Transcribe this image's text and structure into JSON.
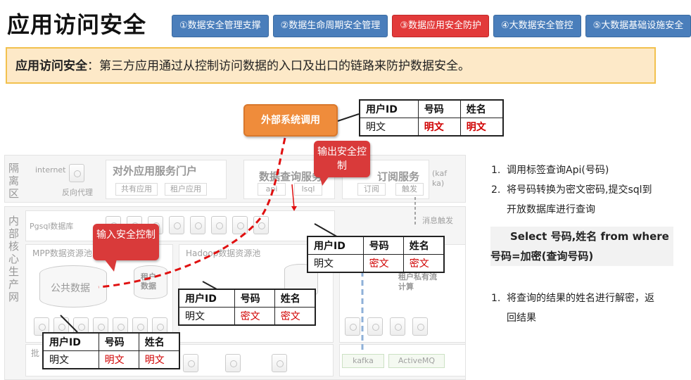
{
  "title": "应用访问安全",
  "tabs": [
    {
      "label": "①数据安全管理支撑",
      "active": false
    },
    {
      "label": "②数据生命周期安全管理",
      "active": false
    },
    {
      "label": "③数据应用安全防护",
      "active": true
    },
    {
      "label": "④大数据安全管控",
      "active": false
    },
    {
      "label": "⑤大数据基础设施安全",
      "active": false
    }
  ],
  "banner": {
    "heading": "应用访问安全",
    "text": "：第三方应用通过从控制访问数据的入口及出口的链路来防护数据安全。"
  },
  "diagram": {
    "dmz_label": "隔离区",
    "core_label": "内部核心生产网",
    "internet": "internet",
    "reverse_proxy": "反向代理",
    "portal": "对外应用服务门户",
    "shared_app": "共有应用",
    "tenant_app": "租户应用",
    "query_service": "数据查询服务",
    "api": "api",
    "lsql": "lsql",
    "subscribe_service": "订阅服务",
    "subscribe": "订阅",
    "trigger": "触发",
    "kafka_side": "(kafka)",
    "pgsql": "Pgsql数据库",
    "msg_trigger": "消息触发",
    "mpp_pool": "MPP数据资源池",
    "hadoop_pool": "Hadoop数据资源池",
    "public_data": "公共数据",
    "tenant_data": "租户数据",
    "tenant_stream": "租户私有流计算",
    "batch": "批",
    "kafka": "kafka",
    "activemq": "ActiveMQ"
  },
  "external_call": "外部系统调用",
  "callouts": {
    "output": "输出安全控制",
    "input": "输入安全控制"
  },
  "tables": {
    "top": {
      "headers": [
        "用户ID",
        "号码",
        "姓名"
      ],
      "row": [
        "明文",
        "明文",
        "明文"
      ]
    },
    "middle": {
      "headers": [
        "用户ID",
        "号码",
        "姓名"
      ],
      "row": [
        "明文",
        "密文",
        "密文"
      ]
    },
    "center": {
      "headers": [
        "用户ID",
        "号码",
        "姓名"
      ],
      "row": [
        "明文",
        "密文",
        "密文"
      ]
    },
    "bottom": {
      "headers": [
        "用户ID",
        "号码",
        "姓名"
      ],
      "row": [
        "明文",
        "明文",
        "明文"
      ]
    }
  },
  "steps": {
    "s1": "调用标签查询Api(号码)",
    "s2": "将号码转换为密文密码,提交sql到开放数据库进行查询",
    "sql": "Select 号码,姓名 from where 号码=加密(查询号码)",
    "s3": "将查询的结果的姓名进行解密，返回结果"
  },
  "colors": {
    "accent_red": "#e23a3a",
    "tab_blue": "#4a7ebb",
    "cipher_red": "#d00000",
    "banner_bg": "#fde9c8"
  }
}
